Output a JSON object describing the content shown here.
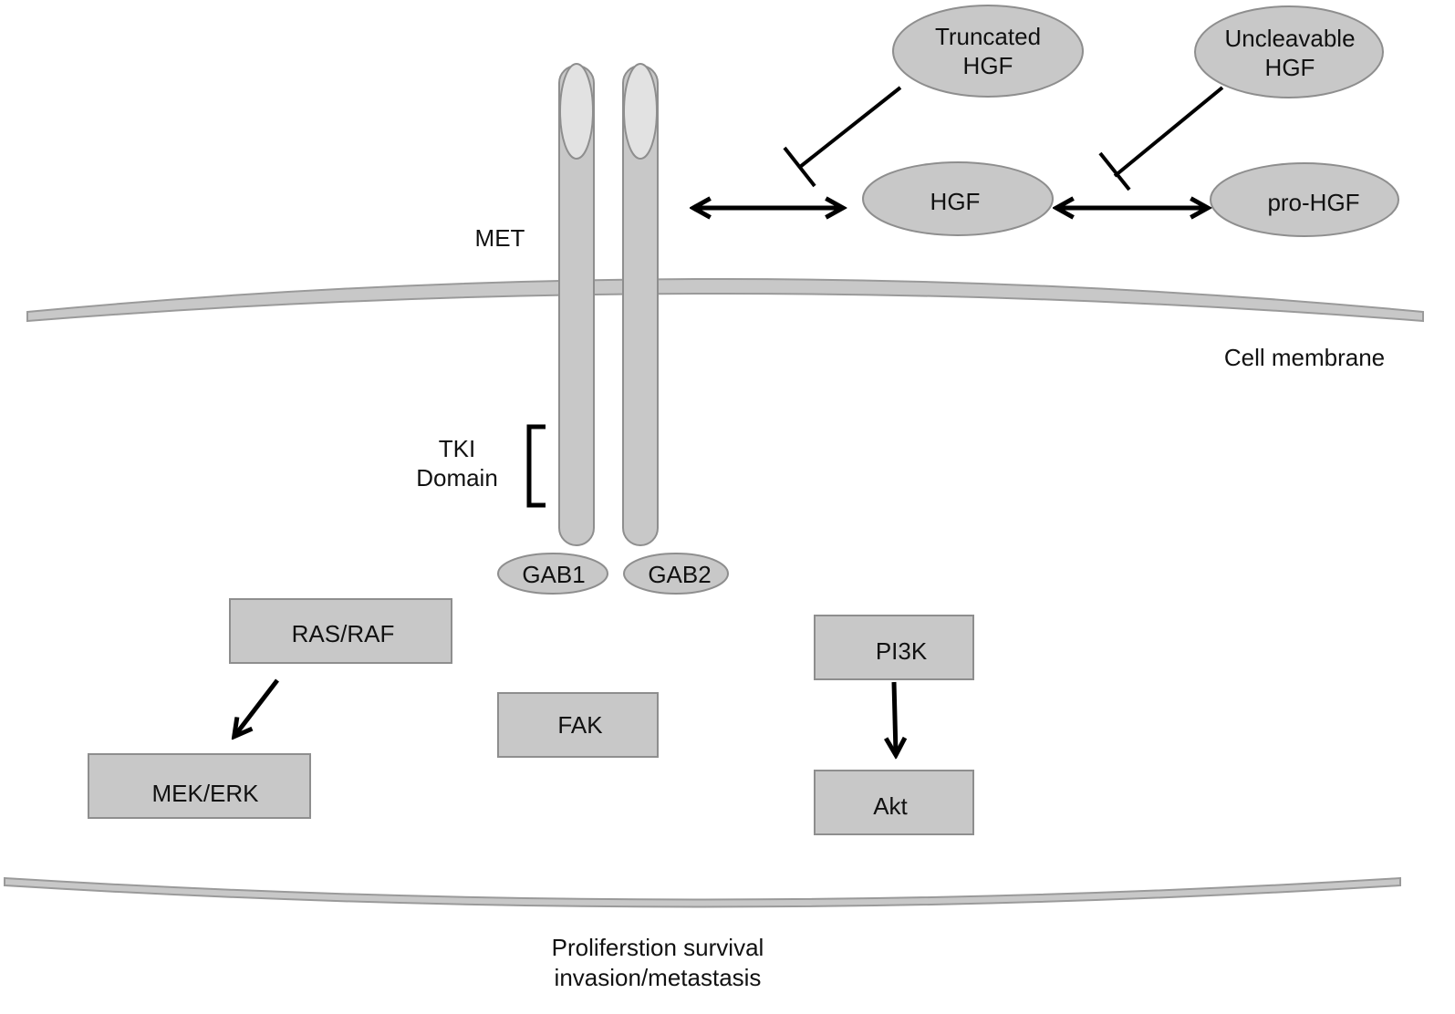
{
  "colors": {
    "shape_fill": "#c8c8c8",
    "shape_stroke": "#9a9a9a",
    "receptor_cap": "#e2e2e2",
    "arrow": "#000000",
    "text": "#111111"
  },
  "labels": {
    "met": "MET",
    "cell_membrane": "Cell membrane",
    "tki_line1": "TKI",
    "tki_line2": "Domain",
    "bottom_line1": "Proliferstion survival",
    "bottom_line2": "invasion/metastasis"
  },
  "nodes": {
    "truncated_hgf": {
      "line1": "Truncated",
      "line2": "HGF"
    },
    "uncleavable_hgf": {
      "line1": "Uncleavable",
      "line2": "HGF"
    },
    "hgf": "HGF",
    "pro_hgf": "pro-HGF",
    "gab1": "GAB1",
    "gab2": "GAB2",
    "ras_raf": "RAS/RAF",
    "mek_erk": "MEK/ERK",
    "fak": "FAK",
    "pi3k": "PI3K",
    "akt": "Akt"
  },
  "edges": [
    {
      "from": "MET",
      "to": "HGF",
      "type": "bidirectional"
    },
    {
      "from": "HGF",
      "to": "pro-HGF",
      "type": "bidirectional"
    },
    {
      "from": "Truncated HGF",
      "to": "MET–HGF interaction",
      "type": "inhibition"
    },
    {
      "from": "Uncleavable HGF",
      "to": "HGF–pro-HGF conversion",
      "type": "inhibition"
    },
    {
      "from": "RAS/RAF",
      "to": "MEK/ERK",
      "type": "activation"
    },
    {
      "from": "PI3K",
      "to": "Akt",
      "type": "activation"
    }
  ]
}
